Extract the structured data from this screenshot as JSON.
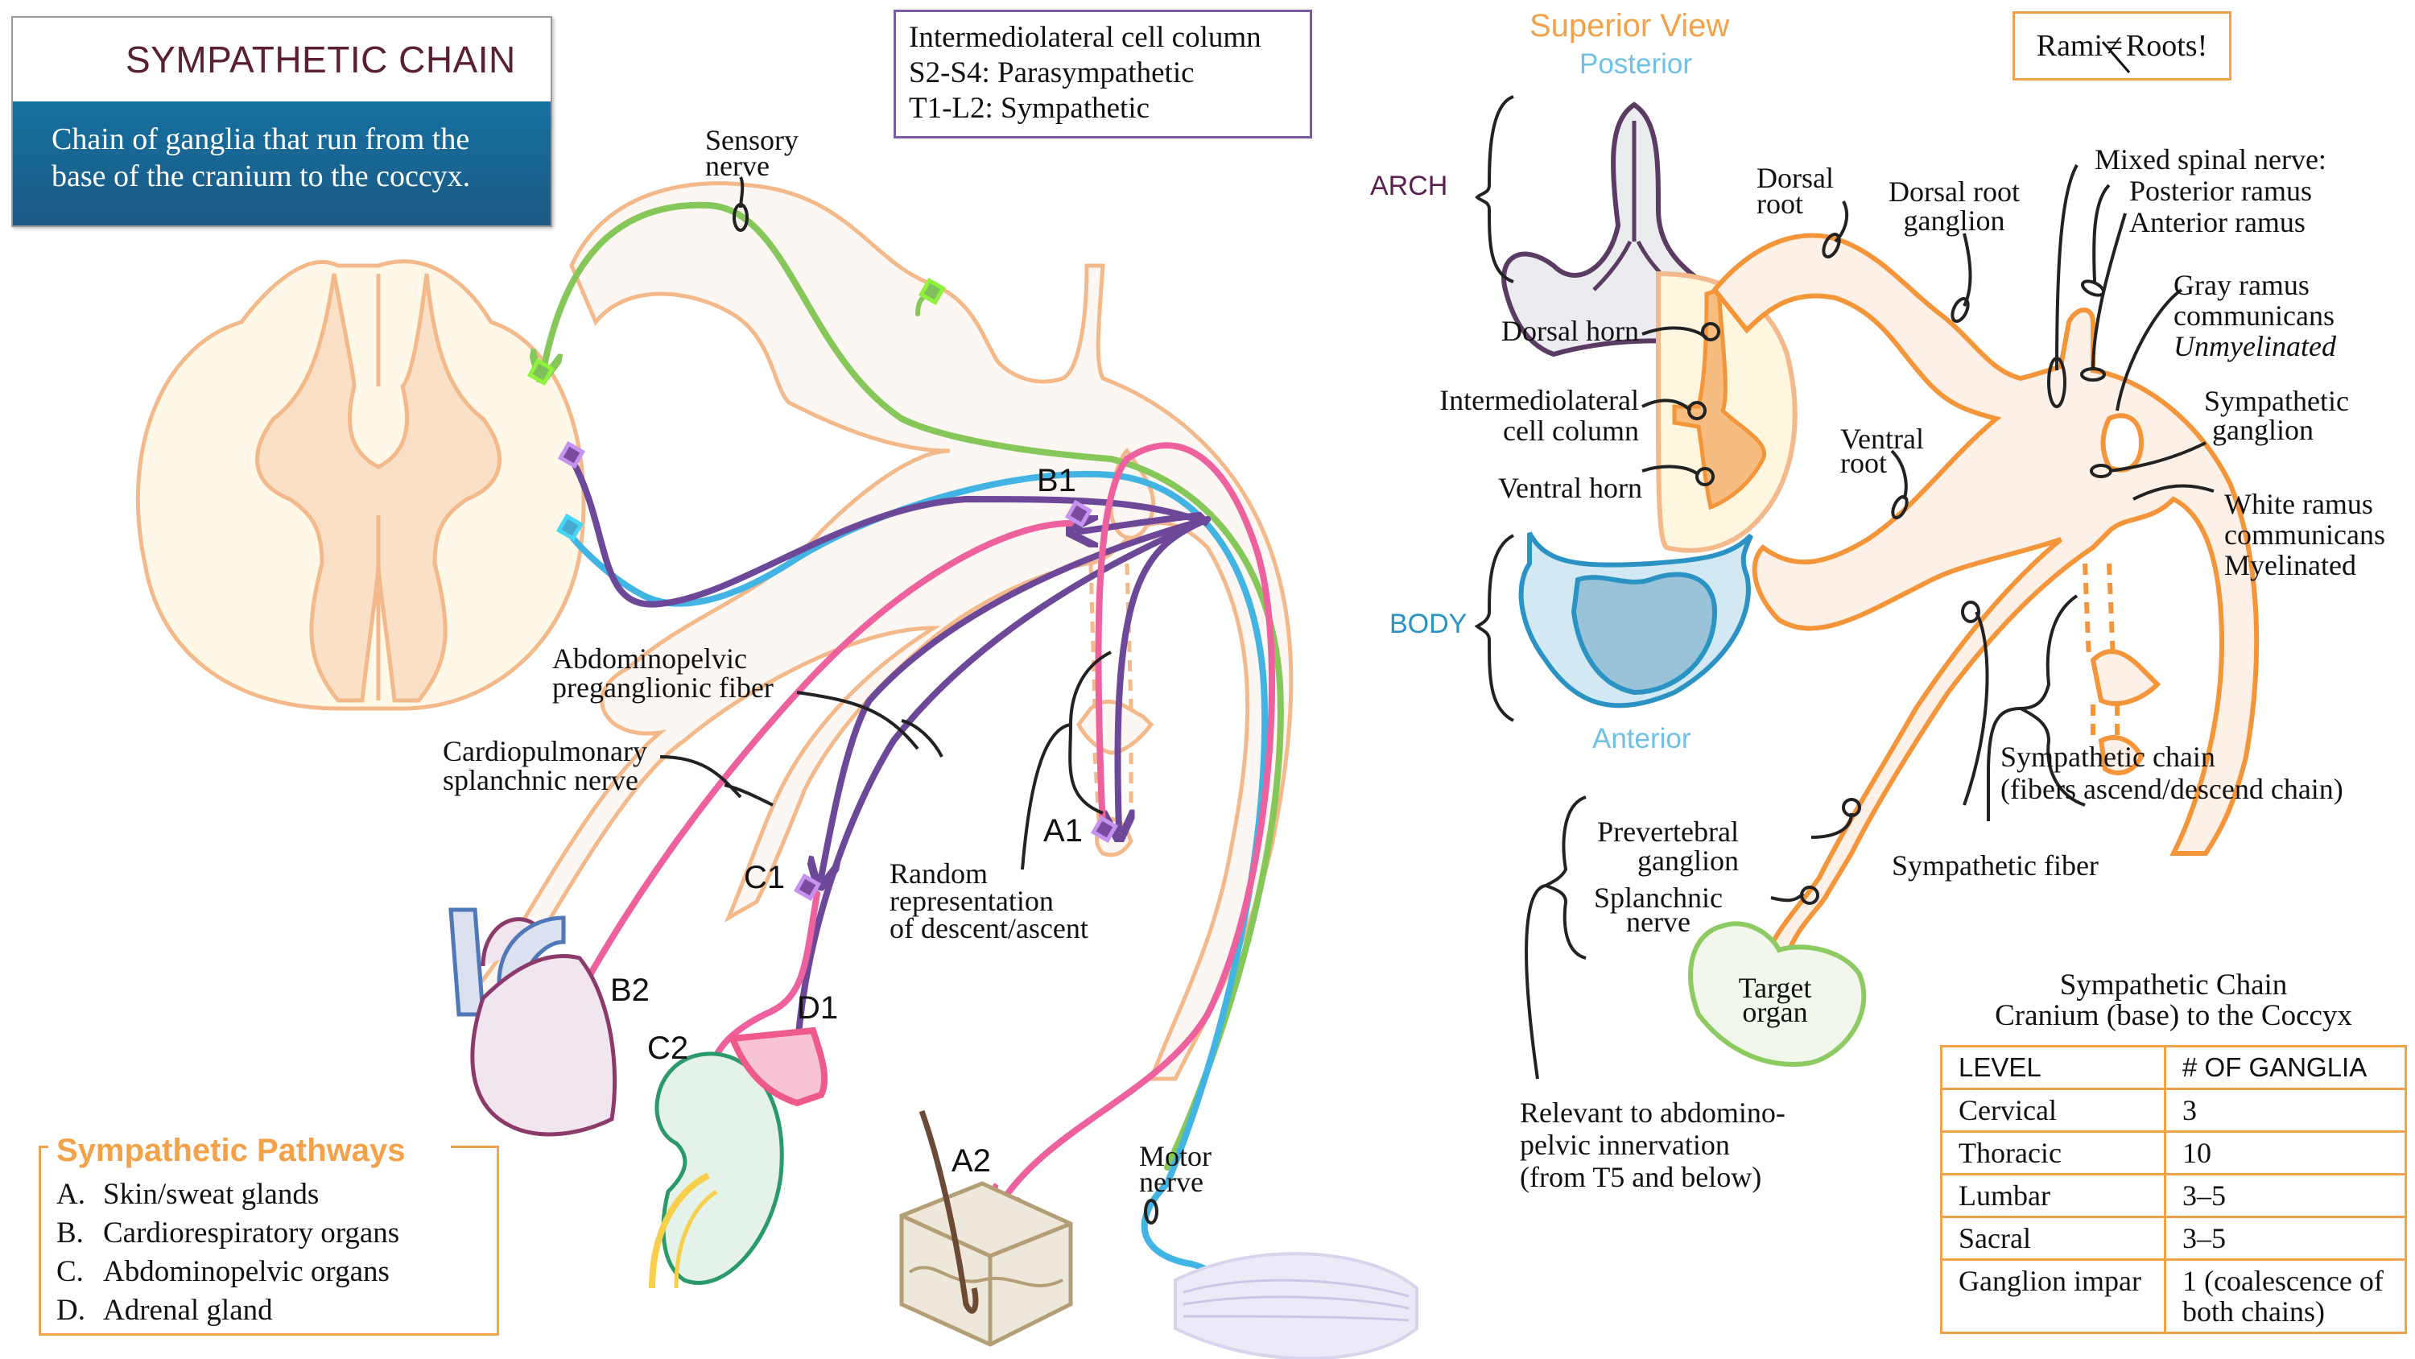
{
  "header": {
    "title": "SYMPATHETIC CHAIN",
    "logo_icon": "caduceus-icon",
    "description_lines": [
      "Chain of ganglia that run from the",
      "base of the cranium to the coccyx."
    ]
  },
  "ilc_box": {
    "lines": [
      "Intermediolateral cell column",
      "S2-S4: Parasympathetic",
      "T1-L2: Sympathetic"
    ]
  },
  "left_diagram": {
    "labels": {
      "sensory_nerve": [
        "Sensory",
        "nerve"
      ],
      "abdominopelvic_fiber": [
        "Abdominopelvic",
        "preganglionic fiber"
      ],
      "cardiopulmonary": [
        "Cardiopulmonary",
        "splanchnic nerve"
      ],
      "random_rep": [
        "Random",
        "representation",
        "of descent/ascent"
      ],
      "motor_nerve": [
        "Motor",
        "nerve"
      ]
    },
    "codes": {
      "a1": "A1",
      "a2": "A2",
      "b1": "B1",
      "b2": "B2",
      "c1": "C1",
      "c2": "C2",
      "d1": "D1"
    },
    "fiber_colors": {
      "sensory": "#86c75a",
      "motor": "#42b4e3",
      "preganglionic": "#6d4899",
      "postganglionic": "#ee619f",
      "nerve_sheath": "#f4b98a"
    }
  },
  "pathways": {
    "title": "Sympathetic Pathways",
    "items": [
      {
        "key": "A.",
        "label": "Skin/sweat glands"
      },
      {
        "key": "B.",
        "label": "Cardiorespiratory organs"
      },
      {
        "key": "C.",
        "label": "Abdominopelvic organs"
      },
      {
        "key": "D.",
        "label": "Adrenal gland"
      }
    ]
  },
  "right_diagram": {
    "view_title": "Superior View",
    "posterior": "Posterior",
    "anterior": "Anterior",
    "arch": "ARCH",
    "body": "BODY",
    "rami_note": {
      "left": "Rami",
      "right": "Roots!",
      "symbol": "≠"
    },
    "labels": {
      "dorsal_root": [
        "Dorsal",
        "root"
      ],
      "dorsal_root_ganglion": [
        "Dorsal root",
        "ganglion"
      ],
      "mixed_spinal_nerve": "Mixed spinal nerve:",
      "posterior_ramus": "Posterior ramus",
      "anterior_ramus": "Anterior ramus",
      "gray_ramus": [
        "Gray ramus",
        "communicans"
      ],
      "gray_ramus_note": "Unmyelinated",
      "sympathetic_ganglion": [
        "Sympathetic",
        "ganglion"
      ],
      "white_ramus": [
        "White ramus",
        "communicans",
        "Myelinated"
      ],
      "dorsal_horn": "Dorsal horn",
      "ilc": [
        "Intermediolateral",
        "cell column"
      ],
      "ventral_horn": "Ventral horn",
      "ventral_root": [
        "Ventral",
        "root"
      ],
      "sympathetic_chain": [
        "Sympathetic chain",
        "(fibers ascend/descend chain)"
      ],
      "sympathetic_fiber": "Sympathetic fiber",
      "prevertebral_ganglion": [
        "Prevertebral",
        "ganglion"
      ],
      "splanchnic_nerve": [
        "Splanchnic",
        "nerve"
      ],
      "target_organ": [
        "Target",
        "organ"
      ],
      "relevant_note": [
        "Relevant to abdomino-",
        "pelvic innervation",
        "(from T5 and below)"
      ]
    },
    "colors": {
      "nerve": "#f4953a",
      "arch": "#5b3a63",
      "body": "#2a93c4",
      "target": "#8cca62"
    }
  },
  "ganglia_table": {
    "caption": [
      "Sympathetic Chain",
      "Cranium (base) to the Coccyx"
    ],
    "headers": [
      "LEVEL",
      "# OF GANGLIA"
    ],
    "rows": [
      [
        "Cervical",
        "3"
      ],
      [
        "Thoracic",
        "10"
      ],
      [
        "Lumbar",
        "3–5"
      ],
      [
        "Sacral",
        "3–5"
      ],
      [
        "Ganglion impar",
        "1 (coalescence of both chains)"
      ]
    ]
  }
}
